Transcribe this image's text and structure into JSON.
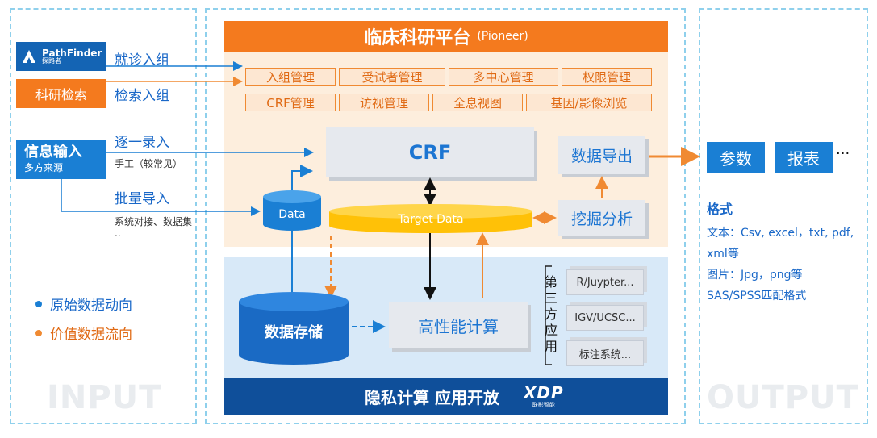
{
  "input": {
    "ghost_label": "INPUT",
    "pathfinder_logo_text": "PathFinder",
    "pathfinder_sub": "探路者",
    "pathfinder_flow": "就诊入组",
    "search_label": "科研检索",
    "search_flow": "检索入组",
    "info_input_title": "信息输入",
    "info_input_sub": "多方来源",
    "manual_flow": "逐一录入",
    "manual_note": "手工（较常见）",
    "batch_flow": "批量导入",
    "batch_note": "系统对接、数据集",
    "batch_note_more": ".."
  },
  "legend": {
    "raw": "原始数据动向",
    "value": "价值数据流向",
    "raw_color": "#1a7fd4",
    "value_color": "#f08a32"
  },
  "platform": {
    "title": "临床科研平台",
    "subtitle": "(Pioneer)",
    "modules": [
      "入组管理",
      "受试者管理",
      "多中心管理",
      "权限管理",
      "CRF管理",
      "访视管理",
      "全息视图",
      "基因/影像浏览"
    ],
    "crf": "CRF",
    "data_export": "数据导出",
    "data": "Data",
    "target_data": "Target Data",
    "mining": "挖掘分析",
    "storage": "数据存储",
    "hpc": "高性能计算",
    "third_party": "第三方应用",
    "tools": [
      "R/Juypter...",
      "IGV/UCSC...",
      "标注系统..."
    ],
    "bottom_bar": "隐私计算 应用开放",
    "bottom_logo": "XDP",
    "bottom_logo_sub": "联影智能"
  },
  "output": {
    "ghost_label": "OUTPUT",
    "params": "参数",
    "report": "报表",
    "more": "···",
    "format_title": "格式",
    "format_lines": [
      "文本：Csv, excel，txt, pdf,",
      "xml等",
      "图片：Jpg，png等",
      "SAS/SPSS匹配格式"
    ]
  },
  "colors": {
    "blue": "#1a7fd4",
    "orange": "#f08a32",
    "dark_navy": "#0f4f9a",
    "yellow": "#ffc107"
  }
}
